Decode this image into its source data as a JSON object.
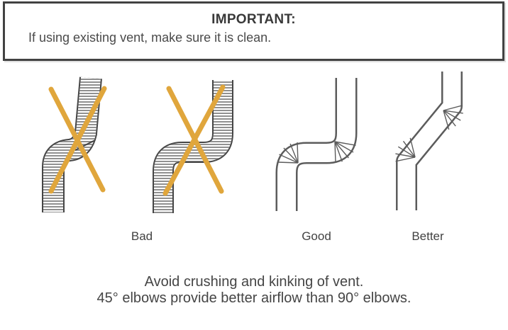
{
  "notice": {
    "title": "IMPORTANT:",
    "body": "If using existing vent, make sure it is clean."
  },
  "labels": {
    "bad": "Bad",
    "good": "Good",
    "better": "Better"
  },
  "caption": {
    "line1": "Avoid crushing and kinking of vent.",
    "line2": "45° elbows provide better airflow than 90° elbows."
  },
  "colors": {
    "cross": "#E0A63C",
    "flex_duct_outline": "#454545",
    "flex_duct_ribs": "#909090",
    "rigid_duct_outline": "#5c5c5c",
    "text": "#3e3e3e"
  }
}
